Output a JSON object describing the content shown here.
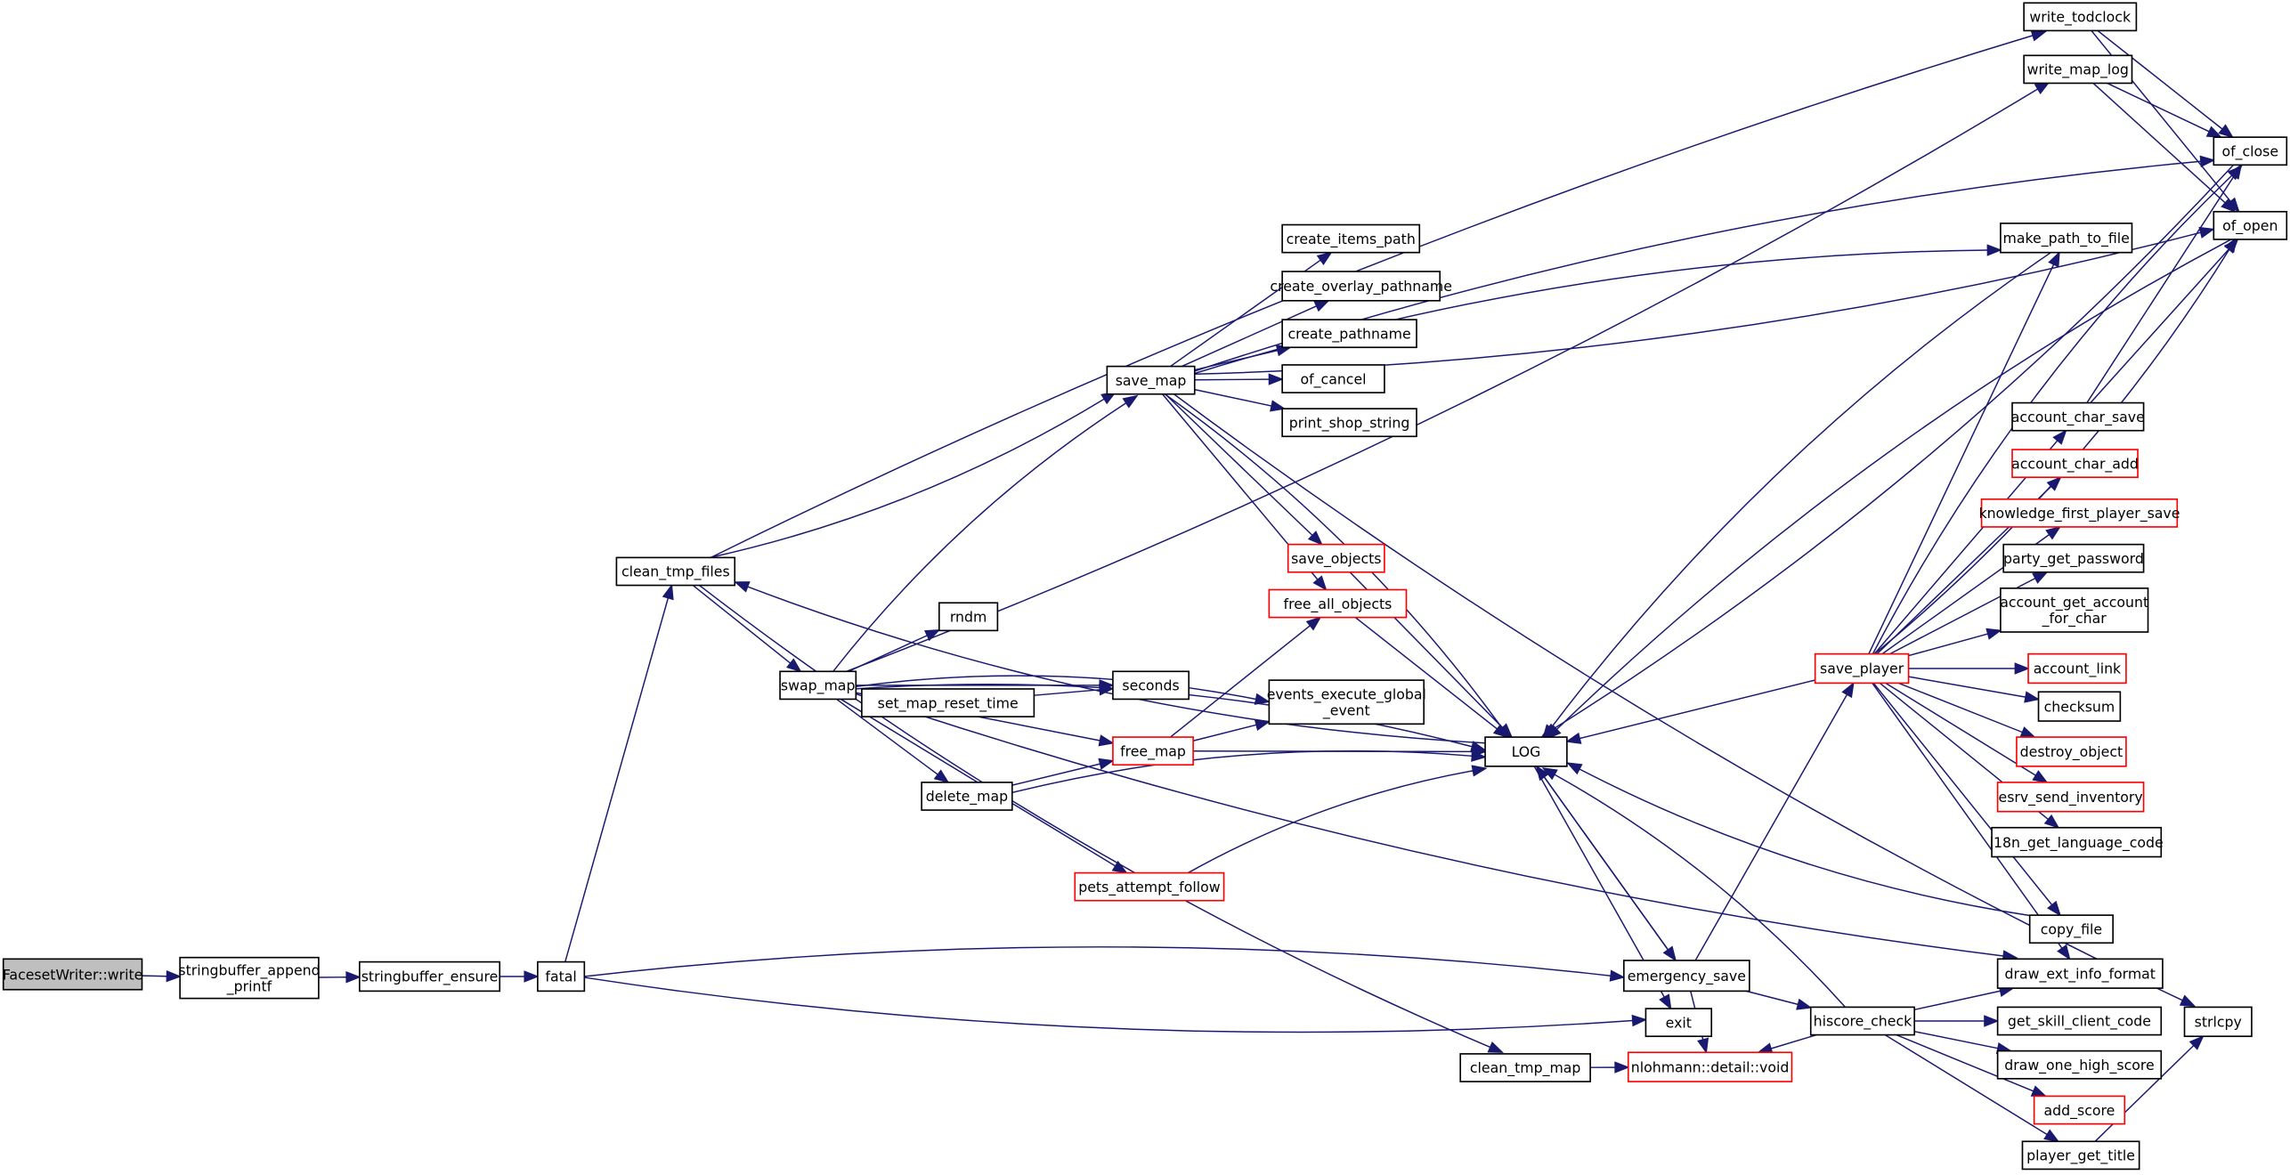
{
  "graph": {
    "title": "Call graph of FacesetWriter::write",
    "colors": {
      "edge": "#191970",
      "truncated_border": "#ff0000",
      "root_fill": "#bfbfbf",
      "node_border": "#000000"
    },
    "nodes": [
      {
        "id": "write",
        "lines": [
          "FacesetWriter::write"
        ],
        "root": true
      },
      {
        "id": "sap",
        "lines": [
          "stringbuffer_append",
          "_printf"
        ]
      },
      {
        "id": "se",
        "lines": [
          "stringbuffer_ensure"
        ]
      },
      {
        "id": "fatal",
        "lines": [
          "fatal"
        ]
      },
      {
        "id": "ctf",
        "lines": [
          "clean_tmp_files"
        ]
      },
      {
        "id": "swap_map",
        "lines": [
          "swap_map"
        ]
      },
      {
        "id": "save_map",
        "lines": [
          "save_map"
        ]
      },
      {
        "id": "rndm",
        "lines": [
          "rndm"
        ]
      },
      {
        "id": "seconds",
        "lines": [
          "seconds"
        ]
      },
      {
        "id": "smrt",
        "lines": [
          "set_map_reset_time"
        ]
      },
      {
        "id": "free_map",
        "lines": [
          "free_map"
        ],
        "truncated": true
      },
      {
        "id": "delete_map",
        "lines": [
          "delete_map"
        ]
      },
      {
        "id": "paf",
        "lines": [
          "pets_attempt_follow"
        ],
        "truncated": true
      },
      {
        "id": "eege",
        "lines": [
          "events_execute_global",
          "_event"
        ]
      },
      {
        "id": "save_objects",
        "lines": [
          "save_objects"
        ],
        "truncated": true
      },
      {
        "id": "fao",
        "lines": [
          "free_all_objects"
        ],
        "truncated": true
      },
      {
        "id": "cip",
        "lines": [
          "create_items_path"
        ]
      },
      {
        "id": "cop",
        "lines": [
          "create_overlay_pathname"
        ]
      },
      {
        "id": "cp",
        "lines": [
          "create_pathname"
        ]
      },
      {
        "id": "of_cancel",
        "lines": [
          "of_cancel"
        ]
      },
      {
        "id": "pss",
        "lines": [
          "print_shop_string"
        ]
      },
      {
        "id": "LOG",
        "lines": [
          "LOG"
        ]
      },
      {
        "id": "wtc",
        "lines": [
          "write_todclock"
        ]
      },
      {
        "id": "wml",
        "lines": [
          "write_map_log"
        ]
      },
      {
        "id": "of_close",
        "lines": [
          "of_close"
        ]
      },
      {
        "id": "of_open",
        "lines": [
          "of_open"
        ]
      },
      {
        "id": "mptf",
        "lines": [
          "make_path_to_file"
        ]
      },
      {
        "id": "es",
        "lines": [
          "emergency_save"
        ]
      },
      {
        "id": "exit",
        "lines": [
          "exit"
        ]
      },
      {
        "id": "ctm",
        "lines": [
          "clean_tmp_map"
        ]
      },
      {
        "id": "nlo",
        "lines": [
          "nlohmann::detail::void"
        ],
        "truncated": true
      },
      {
        "id": "hs",
        "lines": [
          "hiscore_check"
        ]
      },
      {
        "id": "sp",
        "lines": [
          "save_player"
        ],
        "truncated": true
      },
      {
        "id": "acs",
        "lines": [
          "account_char_save"
        ]
      },
      {
        "id": "aca",
        "lines": [
          "account_char_add"
        ],
        "truncated": true
      },
      {
        "id": "kfps",
        "lines": [
          "knowledge_first_player_save"
        ],
        "truncated": true
      },
      {
        "id": "pgp",
        "lines": [
          "party_get_password"
        ]
      },
      {
        "id": "agac",
        "lines": [
          "account_get_account",
          "_for_char"
        ]
      },
      {
        "id": "al",
        "lines": [
          "account_link"
        ],
        "truncated": true
      },
      {
        "id": "checksum",
        "lines": [
          "checksum"
        ]
      },
      {
        "id": "do",
        "lines": [
          "destroy_object"
        ],
        "truncated": true
      },
      {
        "id": "esi",
        "lines": [
          "esrv_send_inventory"
        ],
        "truncated": true
      },
      {
        "id": "i18n",
        "lines": [
          "i18n_get_language_code"
        ]
      },
      {
        "id": "copy_file",
        "lines": [
          "copy_file"
        ]
      },
      {
        "id": "deif",
        "lines": [
          "draw_ext_info_format"
        ]
      },
      {
        "id": "gscc",
        "lines": [
          "get_skill_client_code"
        ]
      },
      {
        "id": "dohs",
        "lines": [
          "draw_one_high_score"
        ]
      },
      {
        "id": "add_score",
        "lines": [
          "add_score"
        ],
        "truncated": true
      },
      {
        "id": "pgt",
        "lines": [
          "player_get_title"
        ]
      },
      {
        "id": "strlcpy",
        "lines": [
          "strlcpy"
        ]
      }
    ],
    "edges": [
      [
        "write",
        "sap"
      ],
      [
        "sap",
        "se"
      ],
      [
        "se",
        "fatal"
      ],
      [
        "fatal",
        "ctf"
      ],
      [
        "fatal",
        "es"
      ],
      [
        "fatal",
        "exit"
      ],
      [
        "ctf",
        "wtc"
      ],
      [
        "ctf",
        "save_map"
      ],
      [
        "ctf",
        "swap_map"
      ],
      [
        "ctf",
        "ctm"
      ],
      [
        "LOG",
        "ctf"
      ],
      [
        "swap_map",
        "wml"
      ],
      [
        "swap_map",
        "save_map"
      ],
      [
        "swap_map",
        "rndm"
      ],
      [
        "swap_map",
        "seconds"
      ],
      [
        "swap_map",
        "smrt"
      ],
      [
        "swap_map",
        "free_map"
      ],
      [
        "swap_map",
        "delete_map"
      ],
      [
        "swap_map",
        "LOG"
      ],
      [
        "swap_map",
        "paf"
      ],
      [
        "swap_map",
        "eege"
      ],
      [
        "swap_map",
        "deif"
      ],
      [
        "smrt",
        "seconds"
      ],
      [
        "delete_map",
        "free_map"
      ],
      [
        "delete_map",
        "LOG"
      ],
      [
        "free_map",
        "fao"
      ],
      [
        "free_map",
        "eege"
      ],
      [
        "free_map",
        "LOG"
      ],
      [
        "save_map",
        "of_close"
      ],
      [
        "save_map",
        "of_open"
      ],
      [
        "save_map",
        "mptf"
      ],
      [
        "save_map",
        "cip"
      ],
      [
        "save_map",
        "cop"
      ],
      [
        "save_map",
        "cp"
      ],
      [
        "save_map",
        "of_cancel"
      ],
      [
        "save_map",
        "pss"
      ],
      [
        "save_map",
        "save_objects"
      ],
      [
        "save_map",
        "fao"
      ],
      [
        "save_map",
        "LOG"
      ],
      [
        "save_map",
        "strlcpy"
      ],
      [
        "save_objects",
        "LOG"
      ],
      [
        "fao",
        "LOG"
      ],
      [
        "paf",
        "LOG"
      ],
      [
        "wtc",
        "of_close"
      ],
      [
        "wtc",
        "of_open"
      ],
      [
        "wml",
        "of_close"
      ],
      [
        "wml",
        "of_open"
      ],
      [
        "mptf",
        "LOG"
      ],
      [
        "of_close",
        "LOG"
      ],
      [
        "of_open",
        "LOG"
      ],
      [
        "LOG",
        "exit"
      ],
      [
        "LOG",
        "es"
      ],
      [
        "es",
        "LOG"
      ],
      [
        "es",
        "sp"
      ],
      [
        "es",
        "hs"
      ],
      [
        "es",
        "nlo"
      ],
      [
        "ctm",
        "nlo"
      ],
      [
        "hs",
        "LOG"
      ],
      [
        "hs",
        "deif"
      ],
      [
        "hs",
        "gscc"
      ],
      [
        "hs",
        "dohs"
      ],
      [
        "hs",
        "add_score"
      ],
      [
        "hs",
        "pgt"
      ],
      [
        "hs",
        "nlo"
      ],
      [
        "sp",
        "LOG"
      ],
      [
        "sp",
        "mptf"
      ],
      [
        "sp",
        "of_close"
      ],
      [
        "sp",
        "of_open"
      ],
      [
        "sp",
        "acs"
      ],
      [
        "sp",
        "aca"
      ],
      [
        "sp",
        "kfps"
      ],
      [
        "sp",
        "pgp"
      ],
      [
        "sp",
        "agac"
      ],
      [
        "sp",
        "al"
      ],
      [
        "sp",
        "checksum"
      ],
      [
        "sp",
        "do"
      ],
      [
        "sp",
        "esi"
      ],
      [
        "sp",
        "i18n"
      ],
      [
        "sp",
        "copy_file"
      ],
      [
        "sp",
        "deif"
      ],
      [
        "acs",
        "of_close"
      ],
      [
        "acs",
        "of_open"
      ],
      [
        "copy_file",
        "LOG"
      ],
      [
        "pgt",
        "strlcpy"
      ]
    ]
  }
}
